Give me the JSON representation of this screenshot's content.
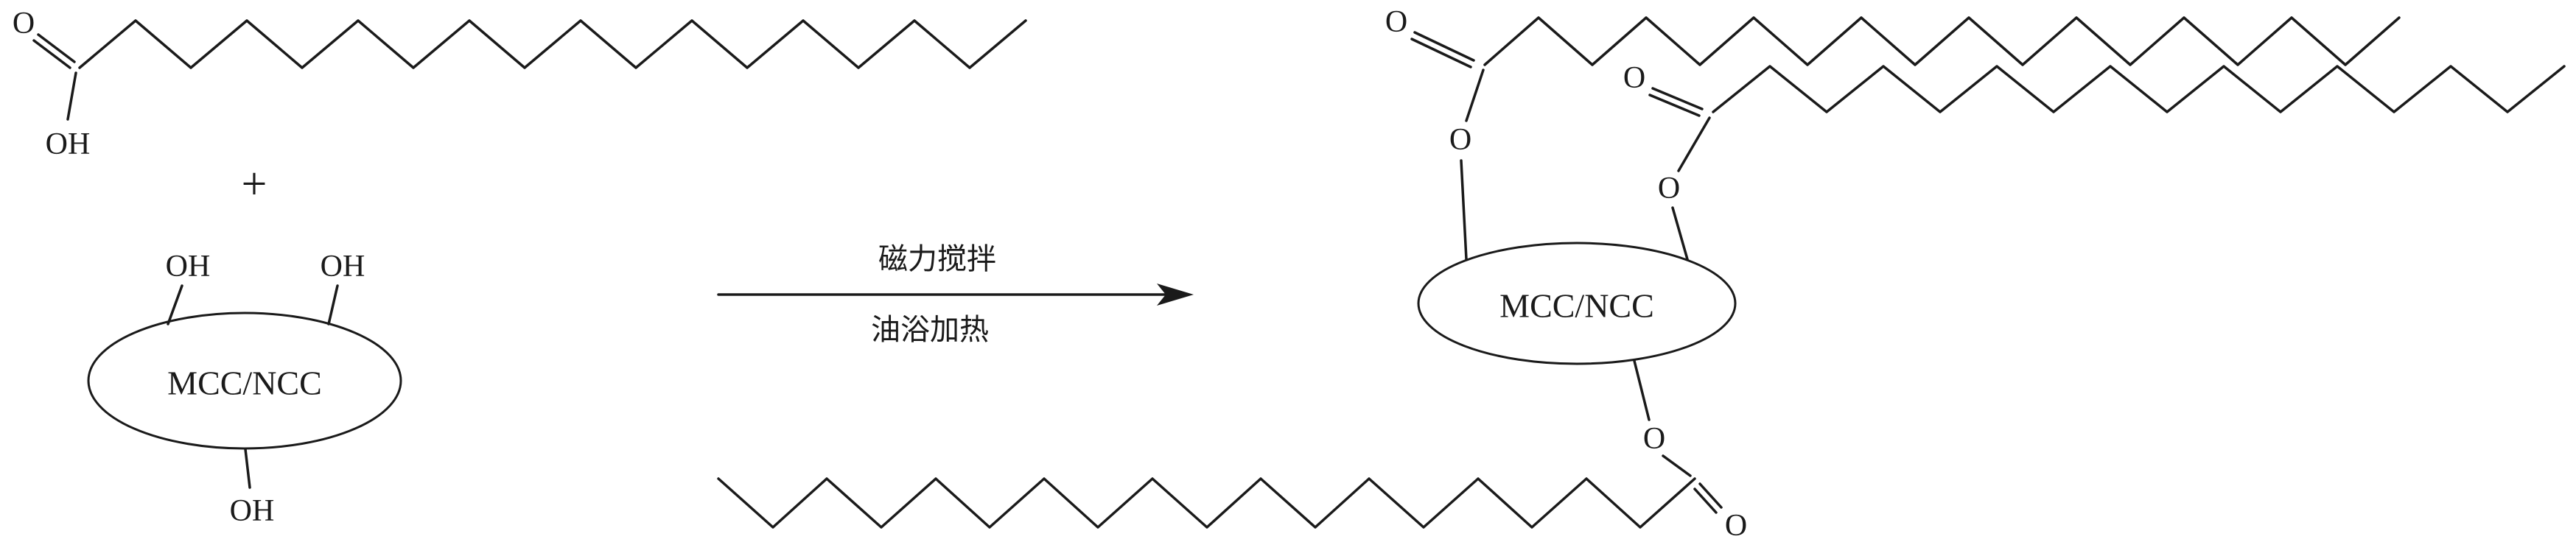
{
  "scheme": {
    "reactant_acid": {
      "carbonyl_o": "O",
      "hydroxyl": "OH"
    },
    "plus": "+",
    "reactant_cellulose": {
      "core": "MCC/NCC",
      "oh_top_left": "OH",
      "oh_top_right": "OH",
      "oh_bottom": "OH"
    },
    "arrow": {
      "label_top": "磁力搅拌",
      "label_bottom": "油浴加热"
    },
    "product": {
      "core": "MCC/NCC",
      "ester_top": {
        "carbonyl_o": "O",
        "ester_o": "O"
      },
      "ester_middle": {
        "carbonyl_o": "O",
        "ester_o": "O"
      },
      "ester_bottom": {
        "ester_o": "O",
        "carbonyl_o": "O"
      }
    },
    "colors": {
      "line": "#1a1a1a",
      "background": "#ffffff"
    }
  }
}
